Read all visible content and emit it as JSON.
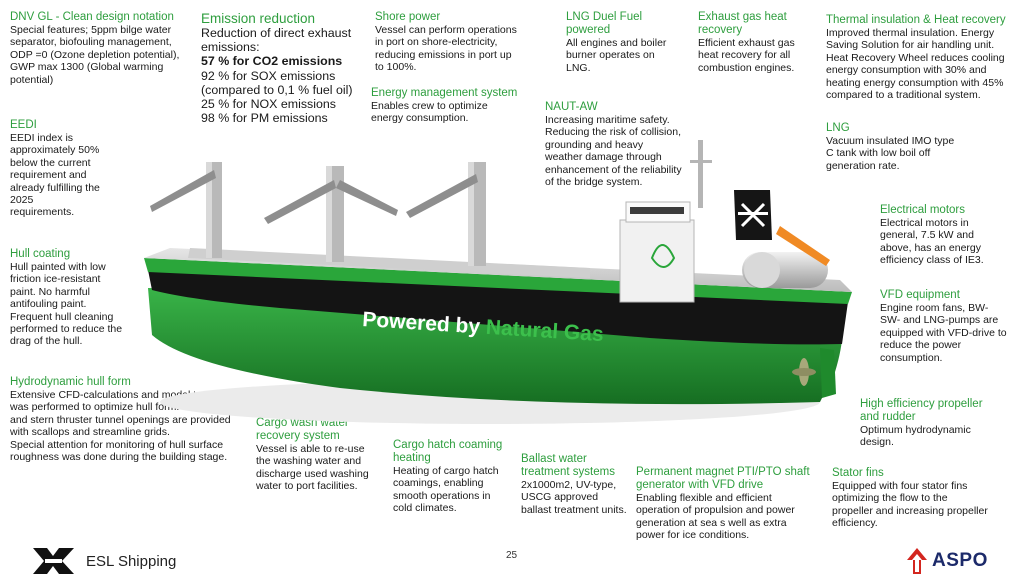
{
  "blocks": {
    "dnv": {
      "title": "DNV GL - Clean design notation",
      "body": "Special features; 5ppm bilge water\nseparator, biofouling management,\nODP =0 (Ozone depletion potential),\nGWP max 1300 (Global warming\npotential)"
    },
    "emission": {
      "title": "Emission reduction",
      "body_pre": "Reduction of direct exhaust\nemissions:",
      "highlight": "57 % for CO2 emissions",
      "body_post": "92 % for SOX emissions\n(compared to 0,1 % fuel oil)\n25 % for NOX emissions\n98 % for PM emissions"
    },
    "shore": {
      "title": "Shore power",
      "body": "Vessel can perform operations\nin port on shore-electricity,\nreducing emissions in port up\nto 100%."
    },
    "energy_mgmt": {
      "title": "Energy management system",
      "body": "Enables crew to optimize\nenergy consumption."
    },
    "lng_fuel": {
      "title": "LNG Duel Fuel\npowered",
      "body": "All engines and boiler\nburner operates on\nLNG."
    },
    "exhaust": {
      "title": "Exhaust gas heat\nrecovery",
      "body": "Efficient exhaust gas\nheat recovery for all\ncombustion engines."
    },
    "thermal": {
      "title": "Thermal insulation & Heat recovery",
      "body": "Improved thermal insulation. Energy\nSaving Solution for air handling unit.\nHeat Recovery Wheel reduces cooling\nenergy consumption with 30% and\nheating energy consumption with 45%\ncompared to a traditional system."
    },
    "lng": {
      "title": "LNG",
      "body": "Vacuum insulated IMO type\nC tank with low boil off\ngeneration rate."
    },
    "naut": {
      "title": "NAUT-AW",
      "body": "Increasing maritime safety.\nReducing the risk of collision,\ngrounding and heavy\nweather damage through\nenhancement of the reliability\nof the bridge system."
    },
    "eedi": {
      "title": "EEDI",
      "body": "EEDI index is\napproximately 50%\nbelow the current\nrequirement and\nalready fulfilling the\n2025\nrequirements."
    },
    "hull_coating": {
      "title": "Hull coating",
      "body": "Hull painted with low\nfriction ice-resistant\npaint. No harmful\nantifouling paint.\nFrequent hull cleaning\nperformed to reduce the\ndrag of the hull."
    },
    "electrical": {
      "title": "Electrical motors",
      "body": "Electrical motors in\ngeneral, 7.5 kW and\nabove, has an energy\nefficiency class of IE3."
    },
    "vfd": {
      "title": "VFD equipment",
      "body": "Engine room  fans,  BW-\nSW- and LNG-pumps are\nequipped with VFD-drive to\nreduce the power\nconsumption."
    },
    "hydro": {
      "title": "Hydrodynamic hull form",
      "body": "Extensive CFD-calculations and model testing\nwas performed to optimize hull form. The bow-\nand stern thruster tunnel openings are provided\nwith scallops and streamline grids.\nSpecial attention for monitoring of hull surface\nroughness was done during the building stage."
    },
    "propeller": {
      "title": "High efficiency propeller\nand rudder",
      "body": "Optimum hydrodynamic\ndesign."
    },
    "cargo_wash": {
      "title": "Cargo wash water\nrecovery system",
      "body": "Vessel is able to re-use\nthe washing water and\ndischarge used washing\nwater to port facilities."
    },
    "hatch": {
      "title": "Cargo hatch coaming\nheating",
      "body": "Heating of cargo hatch\ncoamings, enabling\nsmooth operations in\ncold climates."
    },
    "ballast": {
      "title": "Ballast water\ntreatment systems",
      "body": "2x1000m2, UV-type,\nUSCG approved\nballast treatment units."
    },
    "pti": {
      "title": "Permanent magnet PTI/PTO shaft\ngenerator with VFD drive",
      "body": "Enabling flexible and efficient\noperation of propulsion and power\ngeneration at sea s well as extra\npower for ice conditions."
    },
    "stator": {
      "title": "Stator fins",
      "body": "Equipped with four stator fins\noptimizing the flow to the\npropeller and increasing propeller\nefficiency."
    }
  },
  "ship": {
    "slogan_part1": "Powered by ",
    "slogan_part2": "Natural Gas"
  },
  "footer": {
    "company": "ESL Shipping",
    "page": "25",
    "brand": "ASPO"
  },
  "colors": {
    "accent_green": "#2e9e3e",
    "hull_green": "#1f8a2c",
    "hull_black": "#141414",
    "aspo_red": "#d3261f",
    "aspo_blue": "#1c2a6a"
  }
}
